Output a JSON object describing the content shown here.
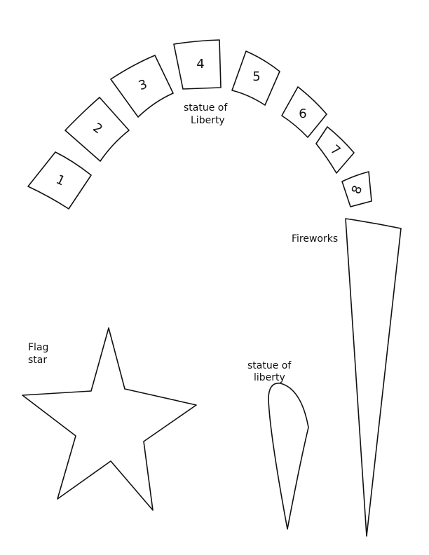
{
  "crown": {
    "pieces": [
      "1",
      "2",
      "3",
      "4",
      "5",
      "6",
      "7",
      "8"
    ],
    "label_line1": "statue of",
    "label_line2": "Liberty"
  },
  "fireworks": {
    "label": "Fireworks"
  },
  "flag_star": {
    "label_line1": "Flag",
    "label_line2": "star"
  },
  "flame": {
    "label_line1": "statue of",
    "label_line2": "liberty"
  }
}
